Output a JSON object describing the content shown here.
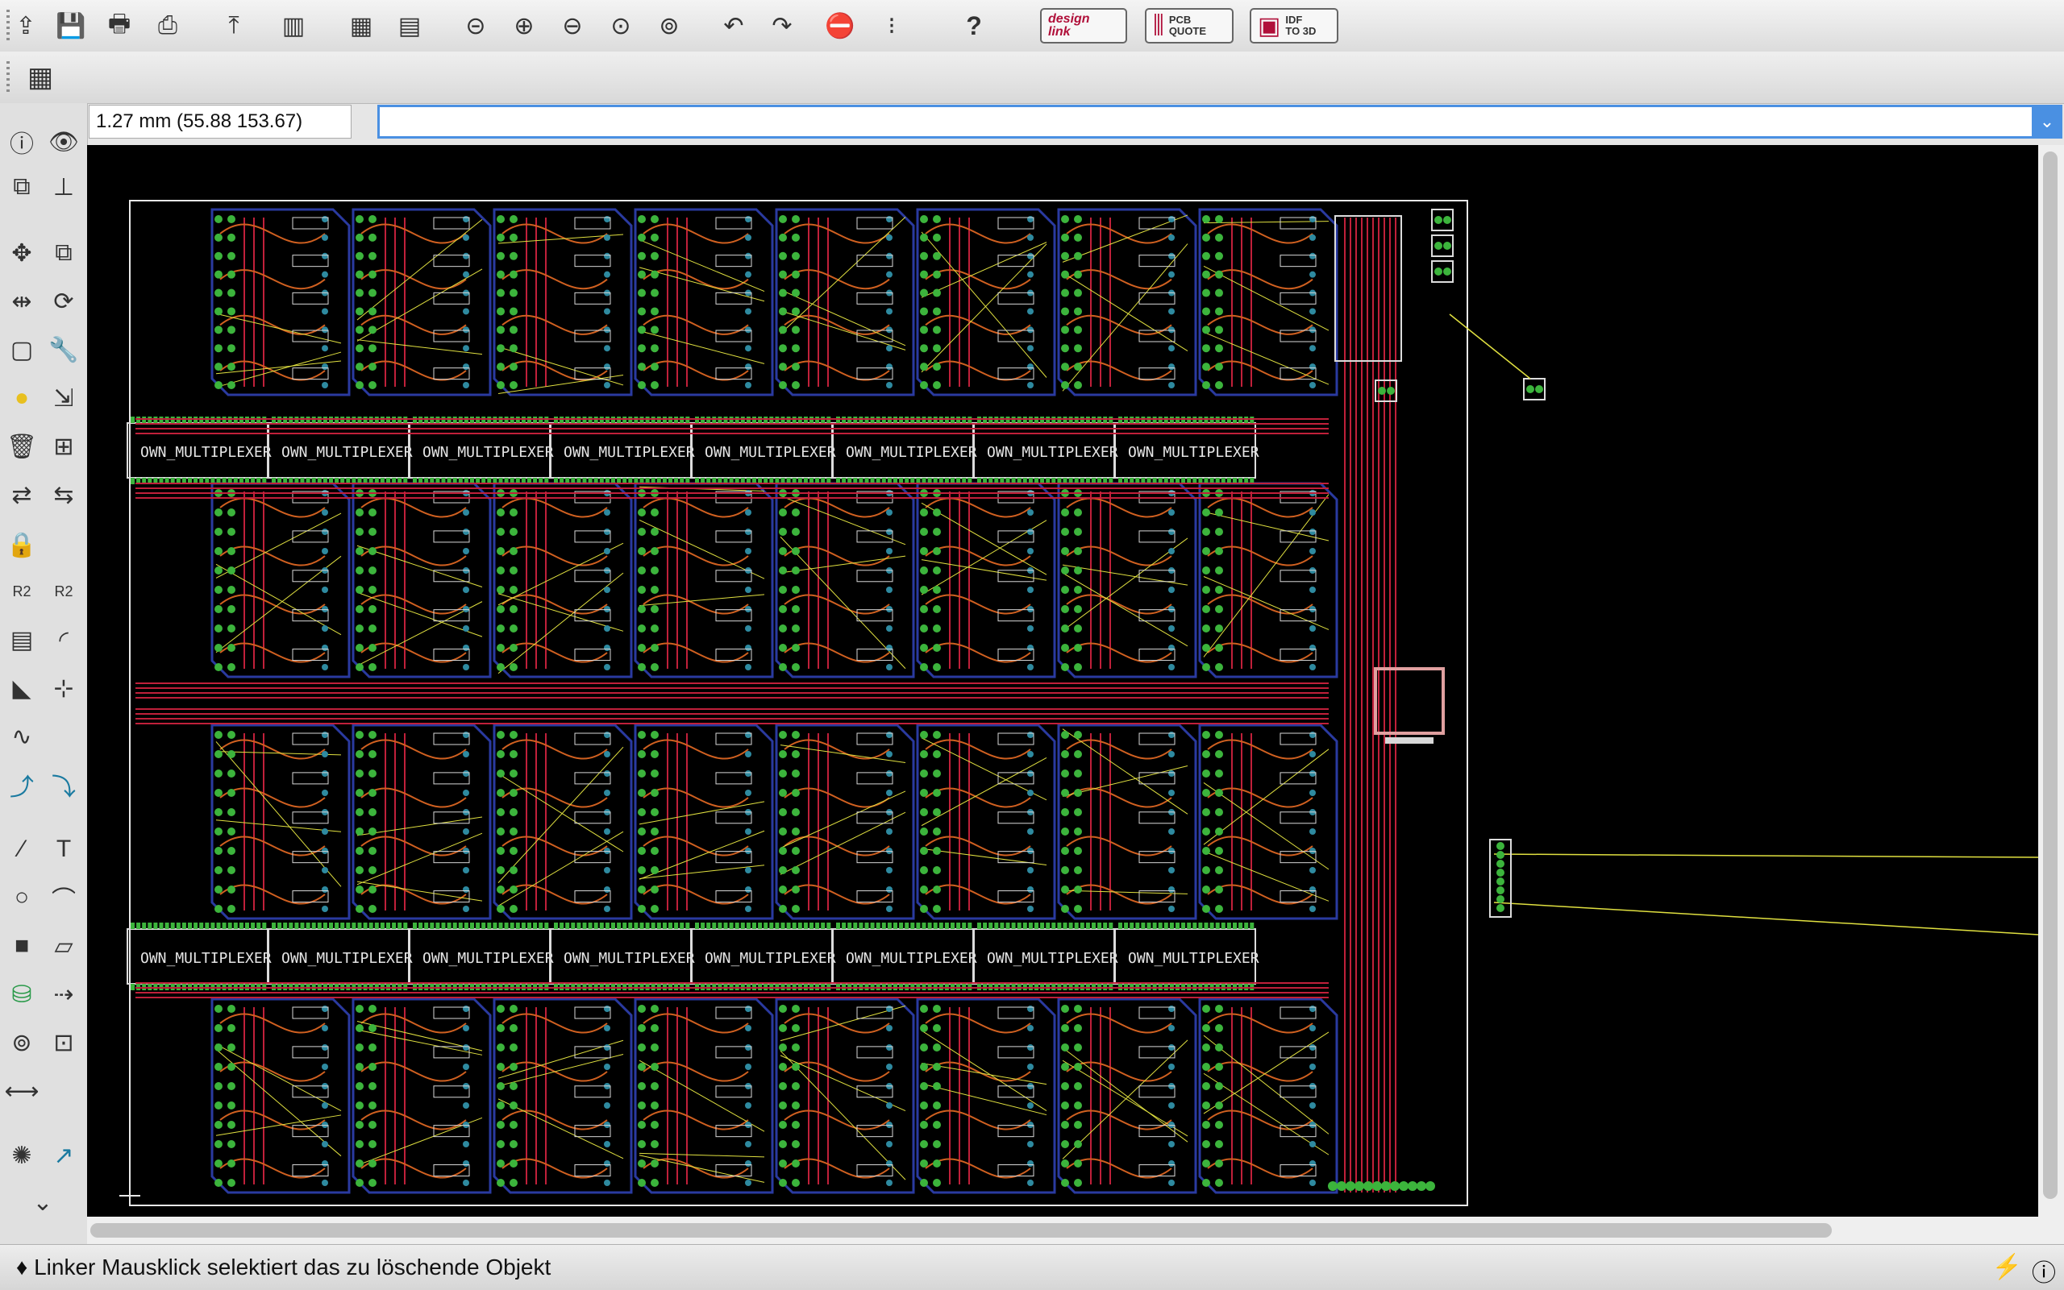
{
  "toolbar": {
    "buttons": [
      {
        "name": "export-icon",
        "glyph": "⇪"
      },
      {
        "name": "save-icon",
        "glyph": "💾"
      },
      {
        "name": "print-icon",
        "glyph": "🖶"
      },
      {
        "name": "cam-icon",
        "glyph": "⎙"
      },
      {
        "name": "ulp-icon",
        "glyph": "⤒"
      },
      {
        "name": "layers-icon",
        "glyph": "▥"
      },
      {
        "name": "script-icon",
        "glyph": "▦"
      },
      {
        "name": "run-icon",
        "glyph": "▤"
      },
      {
        "name": "zoom-fit-icon",
        "glyph": "⊝"
      },
      {
        "name": "zoom-in-icon",
        "glyph": "⊕"
      },
      {
        "name": "zoom-out-icon",
        "glyph": "⊖"
      },
      {
        "name": "zoom-select-icon",
        "glyph": "⊙"
      },
      {
        "name": "zoom-last-icon",
        "glyph": "⊚"
      },
      {
        "name": "undo-icon",
        "glyph": "↶"
      },
      {
        "name": "redo-icon",
        "glyph": "↷"
      },
      {
        "name": "stop-icon",
        "glyph": "⛔"
      },
      {
        "name": "go-icon",
        "glyph": "⁝"
      },
      {
        "name": "help-icon",
        "glyph": "?"
      }
    ],
    "design_link": {
      "line1": "design",
      "line2": "link"
    },
    "pcb_quote": {
      "line1": "PCB",
      "line2": "QUOTE"
    },
    "idf_3d": {
      "line1": "IDF",
      "line2": "TO 3D"
    }
  },
  "coord_readout": "1.27 mm (55.88 153.67)",
  "command_input": {
    "value": "",
    "placeholder": ""
  },
  "status": {
    "message": "Linker Mausklick selektiert das zu löschende Objekt"
  },
  "board": {
    "mux_label": "OWN_MULTIPLEXER",
    "row1_count": 8,
    "row2_count": 8
  },
  "colors": {
    "canvas": "#000000",
    "top_trace": "#c0203a",
    "bottom_trace": "#2a3aa0",
    "pad": "#3cb43c",
    "airwire": "#e0e040",
    "outline": "#e8e8e8",
    "command_focus": "#4a90e2"
  }
}
